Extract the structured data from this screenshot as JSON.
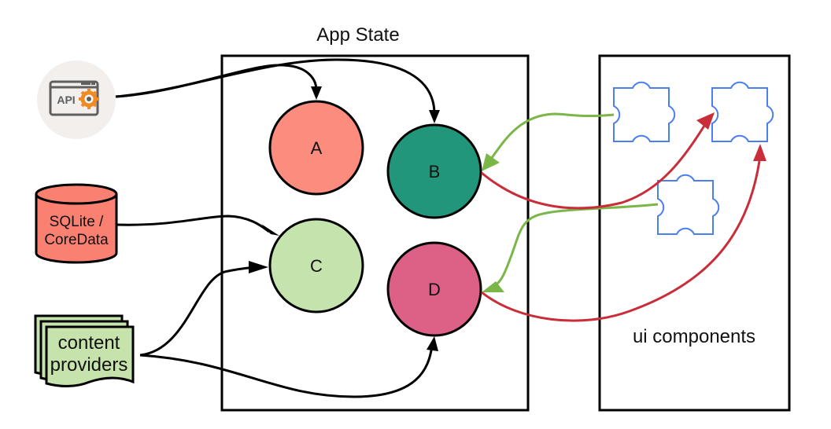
{
  "title": "App State",
  "groups": {
    "app_state": {
      "label": "App State"
    },
    "ui": {
      "label": "ui components"
    }
  },
  "sources": {
    "api": {
      "label": "API",
      "icon": "api-gear-icon"
    },
    "db": {
      "line1": "SQLite /",
      "line2": "CoreData",
      "color": "#fa8072"
    },
    "providers": {
      "line1": "content",
      "line2": "providers",
      "color": "#c5e3aa"
    }
  },
  "state_nodes": [
    {
      "id": "A",
      "label": "A",
      "color": "#fc8d7e"
    },
    {
      "id": "B",
      "label": "B",
      "color": "#22967a"
    },
    {
      "id": "C",
      "label": "C",
      "color": "#c5e4ad"
    },
    {
      "id": "D",
      "label": "D",
      "color": "#dd6187"
    }
  ],
  "components": [
    {
      "id": "p1",
      "name": "puzzle-piece-1"
    },
    {
      "id": "p2",
      "name": "puzzle-piece-2"
    },
    {
      "id": "p3",
      "name": "puzzle-piece-3"
    }
  ],
  "edges": [
    {
      "from": "api",
      "to": "A",
      "kind": "data"
    },
    {
      "from": "api",
      "to": "B",
      "kind": "data"
    },
    {
      "from": "db",
      "to": "C",
      "kind": "data"
    },
    {
      "from": "providers",
      "to": "C",
      "kind": "data"
    },
    {
      "from": "providers",
      "to": "D",
      "kind": "data"
    },
    {
      "from": "p1",
      "to": "B",
      "kind": "action"
    },
    {
      "from": "p3",
      "to": "D",
      "kind": "action"
    },
    {
      "from": "B",
      "to": "p2",
      "kind": "update"
    },
    {
      "from": "D",
      "to": "p2",
      "kind": "update"
    }
  ],
  "colors": {
    "data_edge": "#000000",
    "action_edge": "#7ab648",
    "update_edge": "#c92d39",
    "component_stroke": "#4c7ef3",
    "api_circle": "#f2efed",
    "api_icon_gray": "#5f5f5f",
    "api_gear": "#f08a24"
  }
}
